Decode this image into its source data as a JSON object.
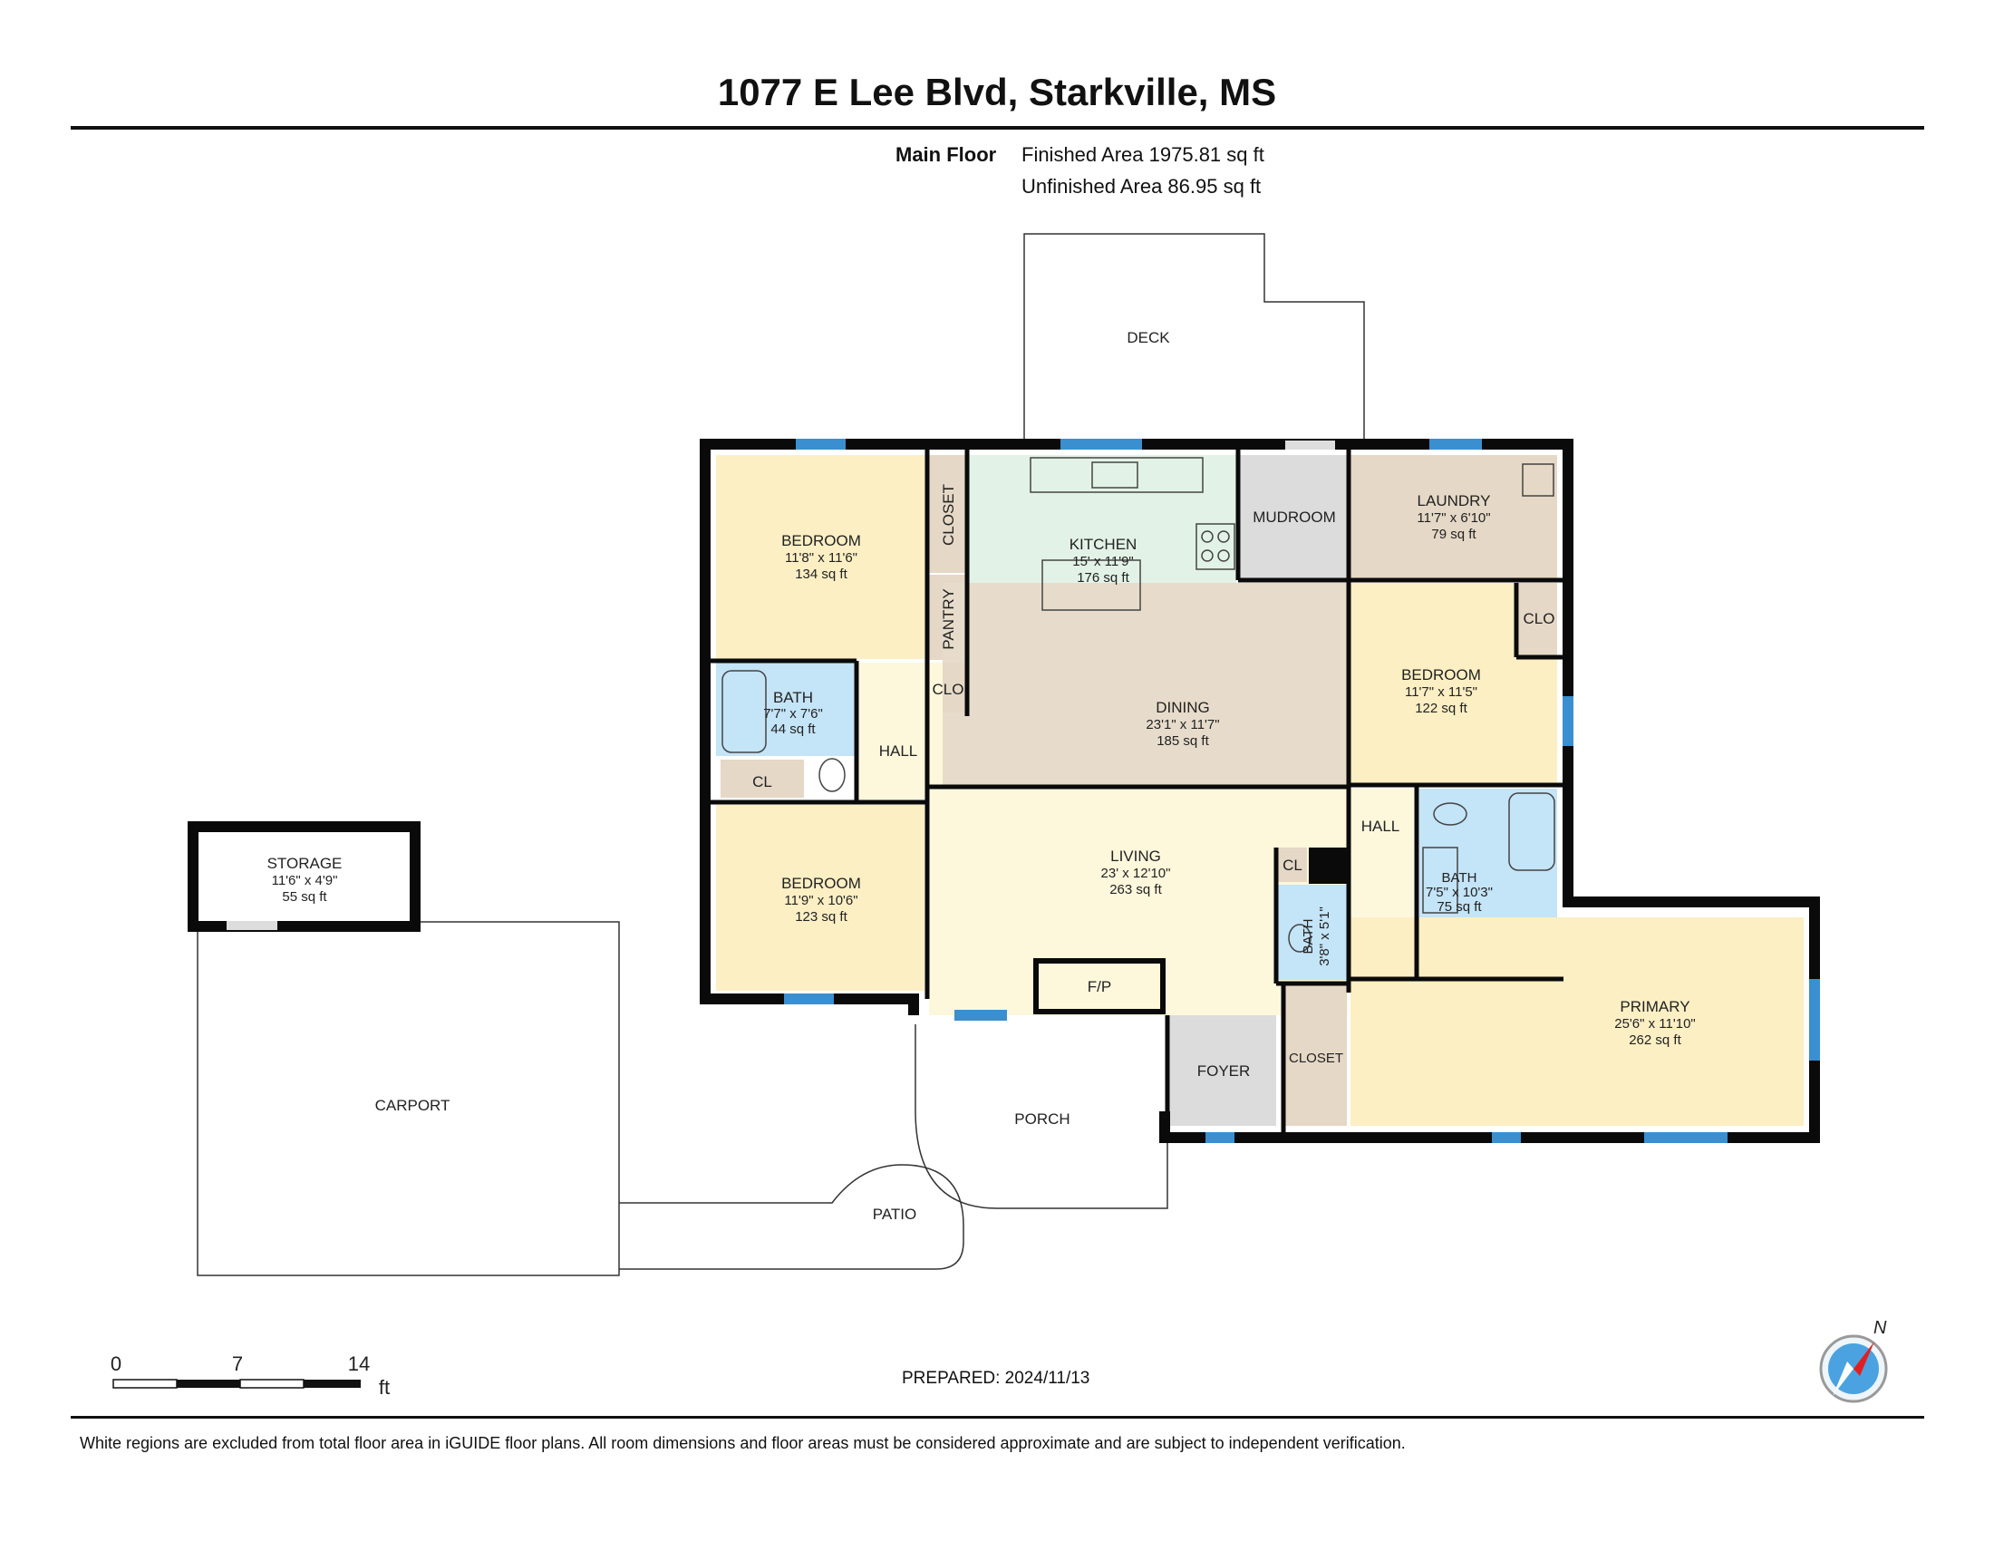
{
  "title": "1077 E Lee Blvd, Starkville, MS",
  "floor": {
    "name": "Main Floor",
    "finished_area": "Finished Area 1975.81 sq ft",
    "unfinished_area": "Unfinished Area 86.95 sq ft"
  },
  "colors": {
    "wall": "#0a0a0a",
    "window": "#3a8fd0",
    "bedroom": "#fcefc4",
    "kitchen": "#e2f2e6",
    "dining": "#e7dccb",
    "living": "#fdf7dc",
    "bath": "#c4e4f7",
    "utility": "#e5d8c6",
    "gray_room": "#dcdcdc",
    "hall": "#fdf7dc"
  },
  "rooms": {
    "bedroom_nw": {
      "name": "BEDROOM",
      "dims": "11'8\" x 11'6\"",
      "area": "134 sq ft"
    },
    "closet_nw": {
      "name": "CLOSET"
    },
    "kitchen": {
      "name": "KITCHEN",
      "dims": "15' x 11'9\"",
      "area": "176 sq ft"
    },
    "mudroom": {
      "name": "MUDROOM"
    },
    "laundry": {
      "name": "LAUNDRY",
      "dims": "11'7\" x 6'10\"",
      "area": "79 sq ft"
    },
    "pantry": {
      "name": "PANTRY"
    },
    "bath_w": {
      "name": "BATH",
      "dims": "7'7\" x 7'6\"",
      "area": "44 sq ft"
    },
    "clo_w": {
      "name": "CLO"
    },
    "hall_w": {
      "name": "HALL"
    },
    "cl_w": {
      "name": "CL"
    },
    "dining": {
      "name": "DINING",
      "dims": "23'1\" x 11'7\"",
      "area": "185 sq ft"
    },
    "bedroom_ne": {
      "name": "BEDROOM",
      "dims": "11'7\" x 11'5\"",
      "area": "122 sq ft"
    },
    "clo_ne": {
      "name": "CLO"
    },
    "bedroom_sw": {
      "name": "BEDROOM",
      "dims": "11'9\" x 10'6\"",
      "area": "123 sq ft"
    },
    "living": {
      "name": "LIVING",
      "dims": "23' x 12'10\"",
      "area": "263 sq ft"
    },
    "hall_e": {
      "name": "HALL"
    },
    "cl_e": {
      "name": "CL"
    },
    "bath_small": {
      "name": "BATH",
      "dims": "3'8\" x 5'1\""
    },
    "bath_e": {
      "name": "BATH",
      "dims": "7'5\" x 10'3\"",
      "area": "75 sq ft"
    },
    "fireplace": {
      "name": "F/P"
    },
    "foyer": {
      "name": "FOYER"
    },
    "closet_se": {
      "name": "CLOSET"
    },
    "primary": {
      "name": "PRIMARY",
      "dims": "25'6\" x 11'10\"",
      "area": "262 sq ft"
    },
    "storage": {
      "name": "STORAGE",
      "dims": "11'6\" x 4'9\"",
      "area": "55 sq ft"
    }
  },
  "exterior": {
    "deck": "DECK",
    "carport": "CARPORT",
    "porch": "PORCH",
    "patio": "PATIO"
  },
  "scale": {
    "ticks": [
      "0",
      "7",
      "14"
    ],
    "unit": "ft"
  },
  "compass": {
    "label": "N"
  },
  "prepared": "PREPARED: 2024/11/13",
  "disclaimer": "White regions are excluded from total floor area in iGUIDE floor plans. All room dimensions and floor areas must be considered approximate and are subject to independent verification."
}
